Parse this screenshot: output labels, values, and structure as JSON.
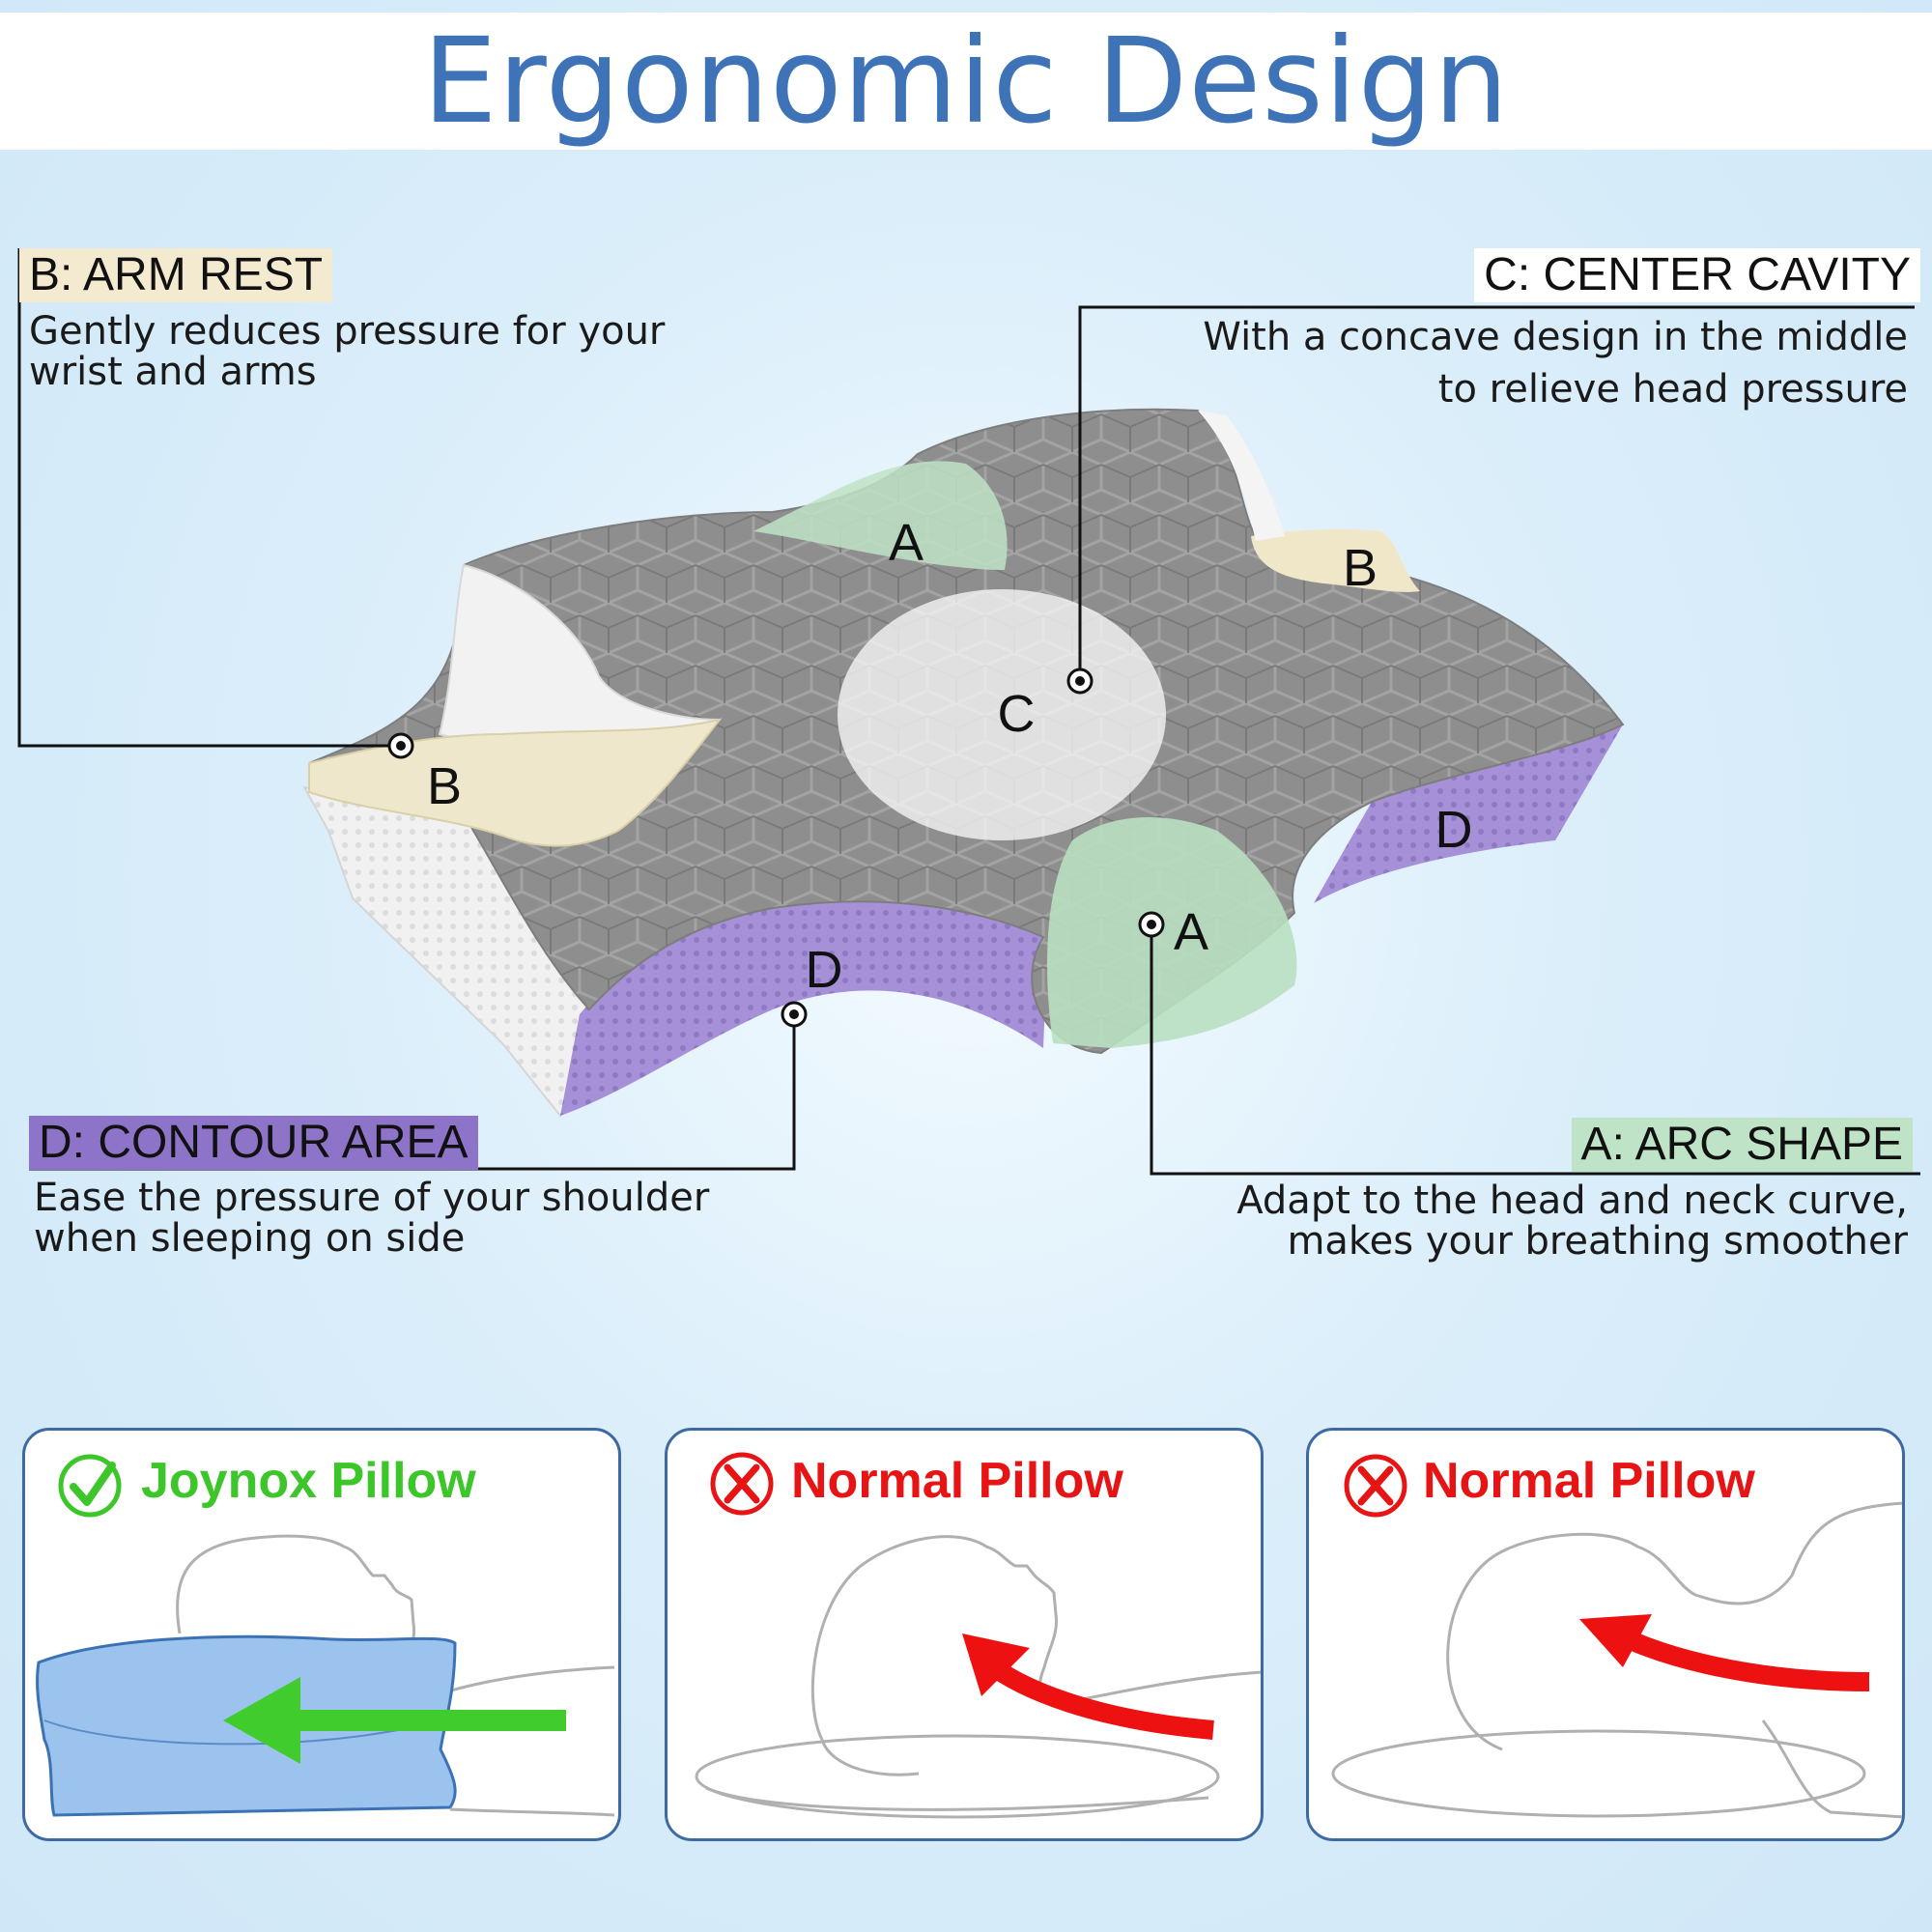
{
  "title": "Ergonomic Design",
  "features": {
    "arm_rest": {
      "label": "B:  ARM REST",
      "description_lines": [
        "Gently reduces pressure for your",
        "wrist and arms"
      ],
      "color": "#f3ead0"
    },
    "center_cavity": {
      "label": "C:  CENTER CAVITY",
      "description_lines": [
        "With a concave design in the middle",
        "to relieve head pressure"
      ],
      "color": "#ffffff"
    },
    "contour_area": {
      "label": "D:  CONTOUR AREA",
      "description_lines": [
        "Ease the pressure of your shoulder",
        "when sleeping on side"
      ],
      "color": "#8e74c9"
    },
    "arc_shape": {
      "label": "A:  ARC SHAPE",
      "description_lines": [
        "Adapt to the head and neck curve,",
        "makes your breathing smoother"
      ],
      "color": "#bfe3c6"
    }
  },
  "pillow_letters": {
    "a_top": "A",
    "a_bottom": "A",
    "b_left": "B",
    "b_right": "B",
    "c": "C",
    "d_left": "D",
    "d_right": "D"
  },
  "comparison": [
    {
      "title": "Joynox Pillow",
      "status": "check",
      "title_color": "#3cc62a",
      "arrow_color": "#3fcc2c",
      "icon": "check-circle-icon"
    },
    {
      "title": "Normal Pillow",
      "status": "cross",
      "title_color": "#e61414",
      "arrow_color": "#ee1111",
      "icon": "x-circle-icon"
    },
    {
      "title": "Normal Pillow",
      "status": "cross",
      "title_color": "#e61414",
      "arrow_color": "#ee1111",
      "icon": "x-circle-icon"
    }
  ],
  "colors": {
    "title": "#3e73b8",
    "card_border": "#3e6aa3",
    "pillow_gray": "#8c8c8c",
    "pillow_purple": "#a58fd6"
  }
}
